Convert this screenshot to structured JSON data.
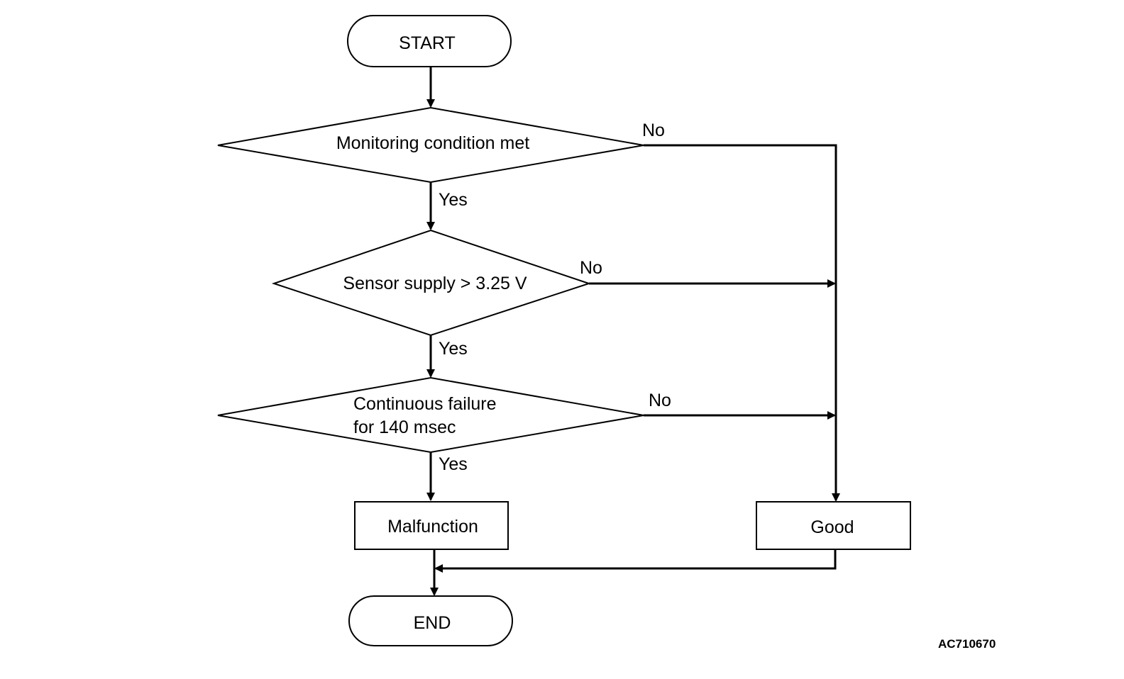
{
  "flowchart": {
    "start_label": "START",
    "end_label": "END",
    "decisions": [
      {
        "line1": "Monitoring condition met",
        "line2": ""
      },
      {
        "line1": "Sensor supply > 3.25 V",
        "line2": ""
      },
      {
        "line1": "Continuous failure",
        "line2": "for 140 msec"
      }
    ],
    "yes_label": "Yes",
    "no_label": "No",
    "malfunction_label": "Malfunction",
    "good_label": "Good"
  },
  "figure_code": "AC710670"
}
